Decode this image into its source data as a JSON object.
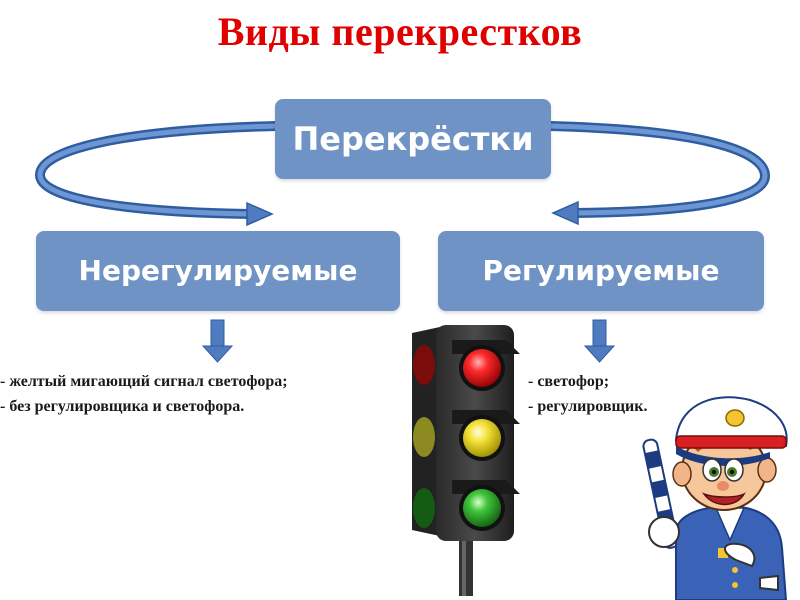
{
  "title": "Виды перекрестков",
  "nodes": {
    "root": "Перекрёстки",
    "left": "Нерегулируемые",
    "right": "Регулируемые"
  },
  "left_list": [
    "- желтый мигающий сигнал светофора;",
    "- без регулировщика и светофора."
  ],
  "right_list": [
    "- светофор;",
    "- регулировщик."
  ],
  "colors": {
    "title": "#e00000",
    "box": "#6f93c4",
    "arrow": "#3f6bb0"
  },
  "icons": [
    "traffic-light-icon",
    "traffic-officer-icon"
  ]
}
